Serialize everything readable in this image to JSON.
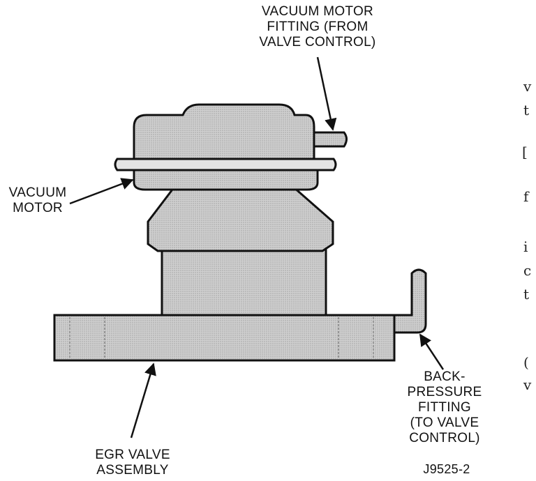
{
  "labels": {
    "vacuum_motor_fitting": [
      "VACUUM MOTOR",
      "FITTING (FROM",
      "VALVE CONTROL)"
    ],
    "vacuum_motor": [
      "VACUUM",
      "MOTOR"
    ],
    "back_pressure_fitting": [
      "BACK-",
      "PRESSURE",
      "FITTING",
      "(TO VALVE",
      "CONTROL)"
    ],
    "egr_valve_assembly": [
      "EGR VALVE",
      "ASSEMBLY"
    ],
    "figure_code": "J9525-2"
  },
  "margin_text": [
    "v",
    "t",
    "[",
    "f",
    "i",
    "c",
    "t",
    "(",
    "v"
  ],
  "colors": {
    "body_fill": "#c9c9c9",
    "outline": "#111111"
  }
}
